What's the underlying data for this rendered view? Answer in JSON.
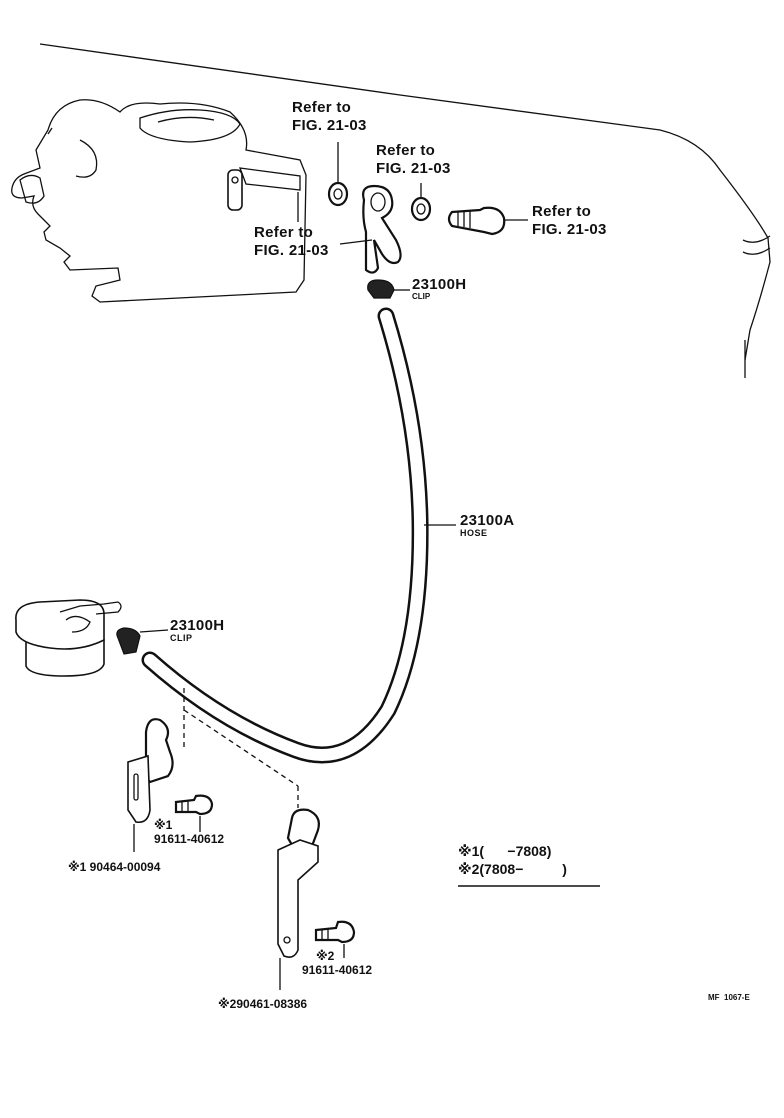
{
  "diagram": {
    "refer_labels": [
      {
        "line1": "Refer to",
        "line2": "FIG. 21-03"
      },
      {
        "line1": "Refer to",
        "line2": "FIG. 21-03"
      },
      {
        "line1": "Refer to",
        "line2": "FIG. 21-03"
      },
      {
        "line1": "Refer to",
        "line2": "FIG. 21-03"
      }
    ],
    "clip_upper": {
      "part": "23100H",
      "name": "CLIP"
    },
    "clip_lower": {
      "part": "23100H",
      "name": "CLIP"
    },
    "hose": {
      "part": "23100A",
      "name": "HOSE"
    },
    "bolt_1": {
      "mark": "※1",
      "part": "91611-40612"
    },
    "bolt_2": {
      "mark": "※2",
      "part": "91611-40612"
    },
    "bracket_1": {
      "part": "※1 90464-00094"
    },
    "bracket_2": {
      "part": "※290461-08386"
    },
    "legend": {
      "line1": "※1(      −7808)",
      "line2": "※2(7808−          )"
    },
    "figure_code": "MF  1067-E"
  }
}
